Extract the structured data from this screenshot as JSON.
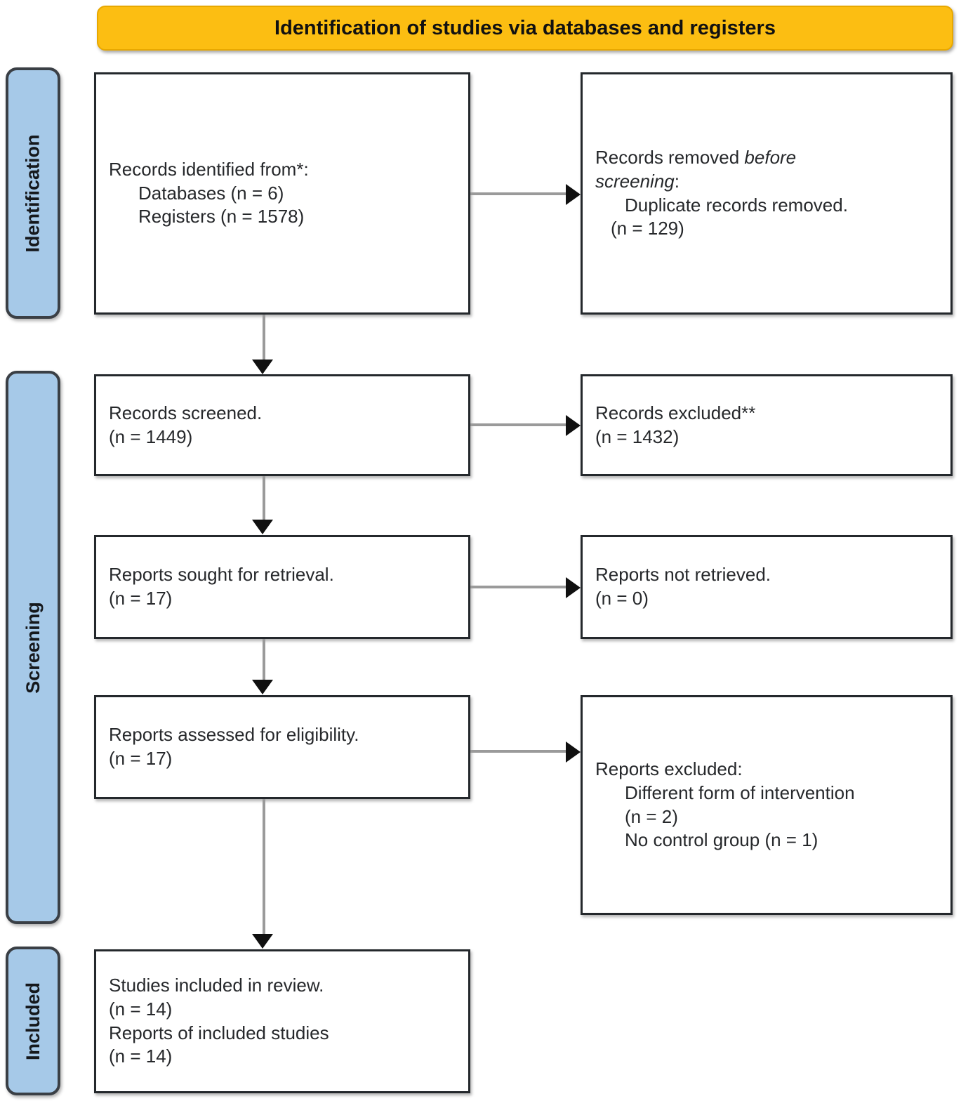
{
  "colors": {
    "banner_bg": "#FCBE12",
    "stage_bg": "#A6C9E8",
    "box_border": "#24282C",
    "connector": "#9A9A9A",
    "arrowhead": "#101010"
  },
  "banner": {
    "title": "Identification of studies via databases and registers"
  },
  "stages": [
    {
      "label": "Identification"
    },
    {
      "label": "Screening"
    },
    {
      "label": "Included"
    }
  ],
  "boxes": {
    "identified": {
      "lines": [
        "Records identified from*:",
        "Databases (n = 6)",
        "Registers (n = 1578)"
      ]
    },
    "removed": {
      "line1_prefix": "Records removed ",
      "line1_italic": "before",
      "line2_italic": "screening",
      "line2_suffix": ":",
      "line3": "Duplicate records removed.",
      "line4": "(n = 129)"
    },
    "screened": {
      "lines": [
        "Records screened.",
        "(n = 1449)"
      ]
    },
    "records_excluded": {
      "lines": [
        "Records excluded**",
        "(n = 1432)"
      ]
    },
    "sought": {
      "lines": [
        "Reports sought for retrieval.",
        "(n = 17)"
      ]
    },
    "not_retrieved": {
      "lines": [
        "Reports not retrieved.",
        "(n = 0)"
      ]
    },
    "assessed": {
      "lines": [
        "Reports assessed for eligibility.",
        "(n = 17)"
      ]
    },
    "reports_excluded": {
      "lines": [
        "Reports excluded:",
        "Different form of intervention",
        "(n = 2)",
        "No control group (n = 1)"
      ]
    },
    "included": {
      "lines": [
        "Studies included in review.",
        "(n = 14)",
        "Reports of included studies",
        "(n = 14)"
      ]
    }
  }
}
